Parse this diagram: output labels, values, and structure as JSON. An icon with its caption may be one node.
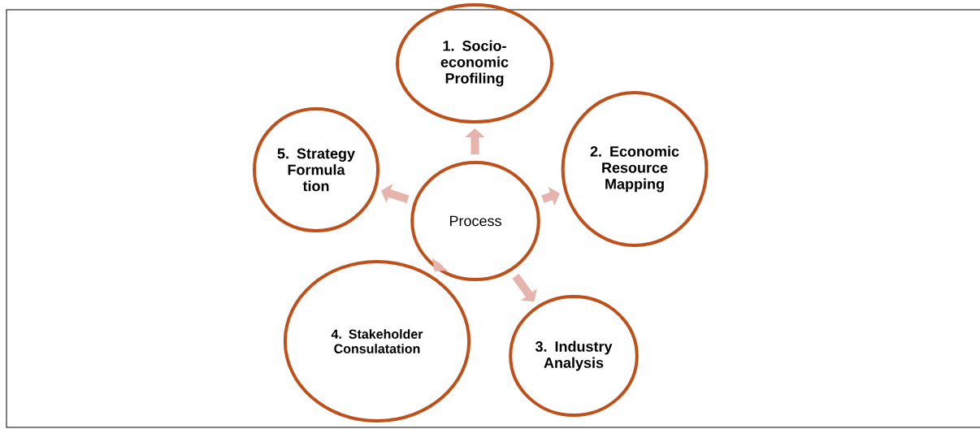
{
  "diagram": {
    "nodes": [
      {
        "text": [
          "Process"
        ]
      },
      {
        "text": [
          "1. Socio-economic Profiling"
        ]
      },
      {
        "text": [
          "2. Economic Resource Mapping"
        ]
      },
      {
        "text": [
          "3. Industry Analysis"
        ]
      },
      {
        "text": [
          "4. Stakeholder Consulatation"
        ]
      },
      {
        "text": [
          "5. Strategy Formula tion"
        ]
      }
    ],
    "edges": [
      {
        "from": 0,
        "to": 1,
        "arrow": "to"
      },
      {
        "from": 0,
        "to": 2,
        "arrow": "to"
      },
      {
        "from": 0,
        "to": 3,
        "arrow": "to"
      },
      {
        "from": 0,
        "to": 4,
        "arrow": "to"
      },
      {
        "from": 0,
        "to": 5,
        "arrow": "to"
      }
    ]
  }
}
